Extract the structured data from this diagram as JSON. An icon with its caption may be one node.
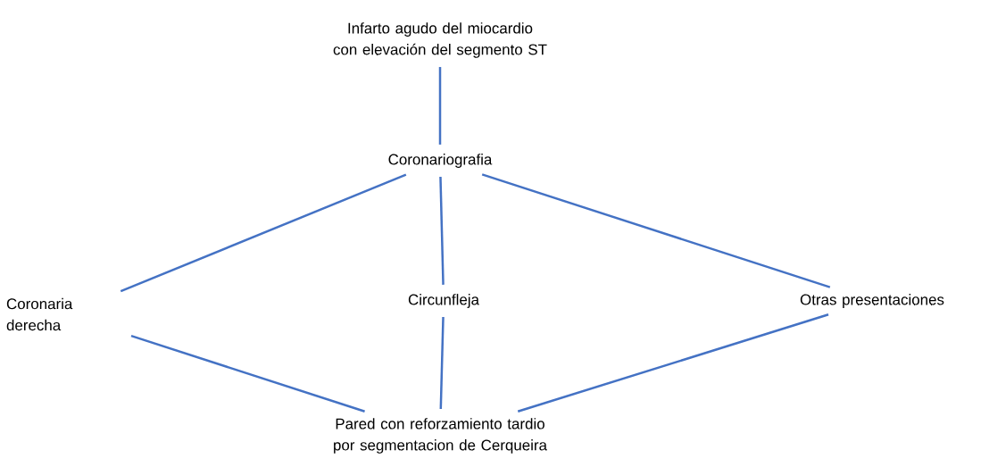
{
  "diagram": {
    "nodes": [
      {
        "text": [
          "Infarto agudo del miocardio con elevación del segmento ST"
        ]
      },
      {
        "text": [
          "Coronariografia"
        ]
      },
      {
        "text": [
          "Coronaria derecha"
        ]
      },
      {
        "text": [
          "Circunfleja"
        ]
      },
      {
        "text": [
          "Otras presentaciones"
        ]
      },
      {
        "text": [
          "Pared con reforzamiento tardio por segmentacion de Cerqueira"
        ]
      }
    ],
    "edges": [
      {
        "from": 0,
        "to": 1,
        "arrow": "none"
      },
      {
        "from": 1,
        "to": 2,
        "arrow": "none"
      },
      {
        "from": 1,
        "to": 3,
        "arrow": "none"
      },
      {
        "from": 1,
        "to": 4,
        "arrow": "none"
      },
      {
        "from": 2,
        "to": 5,
        "arrow": "none"
      },
      {
        "from": 3,
        "to": 5,
        "arrow": "none"
      },
      {
        "from": 4,
        "to": 5,
        "arrow": "none"
      }
    ]
  }
}
